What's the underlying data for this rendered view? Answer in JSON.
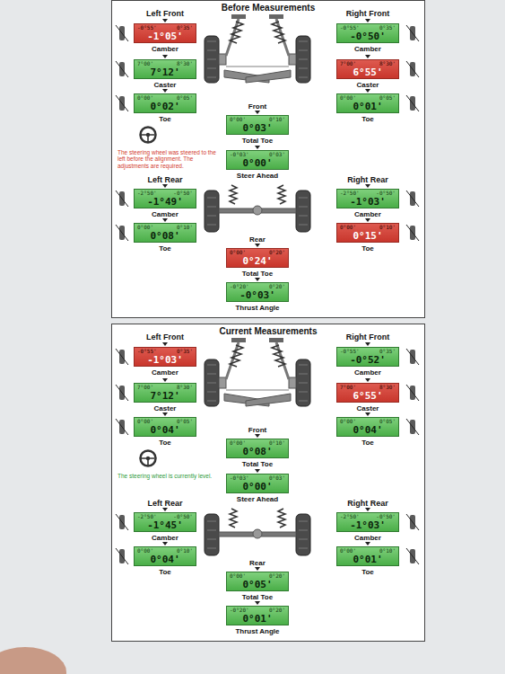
{
  "diagram": {
    "nodes": [
      {
        "text": [
          "Before Measurements"
        ]
      },
      {
        "text": [
          "-0°55'",
          "0°35'",
          "-1°05'"
        ],
        "in": 0
      },
      {
        "text": [
          "-0°55'",
          "0°35'",
          "-0°50'"
        ],
        "in": 0
      },
      {
        "text": [
          "7°00'",
          "8°30'",
          "7°12'"
        ],
        "in": 0
      },
      {
        "text": [
          "7°00'",
          "8°30'",
          "6°55'"
        ],
        "in": 0
      },
      {
        "text": [
          "0°00'",
          "0°05'",
          "0°02'"
        ],
        "in": 0
      },
      {
        "text": [
          "0°00'",
          "0°05'",
          "0°01'"
        ],
        "in": 0
      },
      {
        "text": [
          "0°00'",
          "0°10'",
          "0°03'"
        ],
        "in": 0
      },
      {
        "text": [
          "-0°03'",
          "0°03'",
          "0°00'"
        ],
        "in": 0
      },
      {
        "text": [
          "-2°50'",
          "-0°50'",
          "-1°49'"
        ],
        "in": 0
      },
      {
        "text": [
          "-2°50'",
          "-0°50'",
          "-1°03'"
        ],
        "in": 0
      },
      {
        "text": [
          "0°00'",
          "0°10'",
          "0°08'"
        ],
        "in": 0
      },
      {
        "text": [
          "0°00'",
          "0°10'",
          "0°15'"
        ],
        "in": 0
      },
      {
        "text": [
          "0°00'",
          "0°20'",
          "0°24'"
        ],
        "in": 0
      },
      {
        "text": [
          "-0°20'",
          "0°20'",
          "-0°03'"
        ],
        "in": 0
      },
      {
        "text": [
          "Current Measurements"
        ]
      },
      {
        "text": [
          "-0°55'",
          "0°35'",
          "-1°03'"
        ],
        "in": 15
      },
      {
        "text": [
          "-0°55'",
          "0°35'",
          "-0°52'"
        ],
        "in": 15
      },
      {
        "text": [
          "7°00'",
          "8°30'",
          "7°12'"
        ],
        "in": 15
      },
      {
        "text": [
          "7°00'",
          "8°30'",
          "6°55'"
        ],
        "in": 15
      },
      {
        "text": [
          "0°00'",
          "0°05'",
          "0°04'"
        ],
        "in": 15
      },
      {
        "text": [
          "0°00'",
          "0°05'",
          "0°04'"
        ],
        "in": 15
      },
      {
        "text": [
          "0°00'",
          "0°10'",
          "0°08'"
        ],
        "in": 15
      },
      {
        "text": [
          "-0°03'",
          "0°03'",
          "0°00'"
        ],
        "in": 15
      },
      {
        "text": [
          "-2°50'",
          "-0°50'",
          "-1°45'"
        ],
        "in": 15
      },
      {
        "text": [
          "-2°50'",
          "-0°50'",
          "-1°03'"
        ],
        "in": 15
      },
      {
        "text": [
          "0°00'",
          "0°10'",
          "0°04'"
        ],
        "in": 15
      },
      {
        "text": [
          "0°00'",
          "0°10'",
          "0°01'"
        ],
        "in": 15
      },
      {
        "text": [
          "0°00'",
          "0°20'",
          "0°05'"
        ],
        "in": 15
      },
      {
        "text": [
          "-0°20'",
          "0°20'",
          "0°01'"
        ],
        "in": 15
      }
    ],
    "labels": [
      "Left Front",
      "Right Front",
      "Camber",
      "Camber",
      "Caster",
      "Caster",
      "Toe",
      "Toe",
      "Front",
      "Total Toe",
      "Steer Ahead",
      "The steering wheel was steered to the left before the alignment. The adjustments are required.",
      "Left Rear",
      "Right Rear",
      "Camber",
      "Camber",
      "Toe",
      "Toe",
      "Rear",
      "Total Toe",
      "Thrust Angle",
      "Left Front",
      "Right Front",
      "Camber",
      "Camber",
      "Caster",
      "Caster",
      "Toe",
      "Toe",
      "Front",
      "Total Toe",
      "Steer Ahead",
      "The steering wheel is currently level.",
      "Left Rear",
      "Right Rear",
      "Camber",
      "Camber",
      "Toe",
      "Toe",
      "Rear",
      "Total Toe",
      "Thrust Angle"
    ]
  }
}
